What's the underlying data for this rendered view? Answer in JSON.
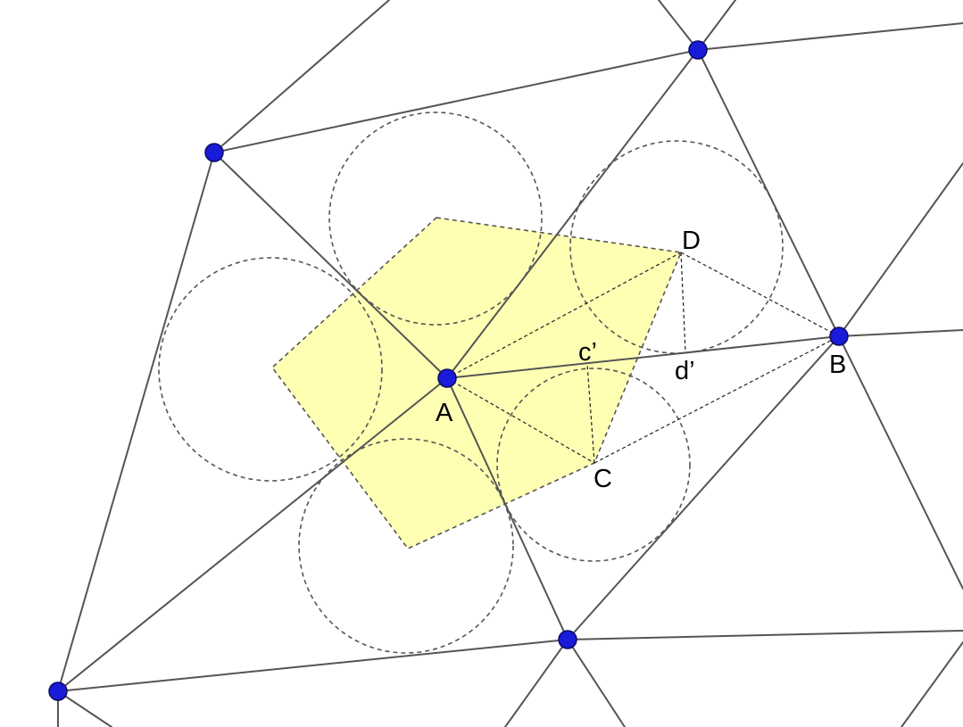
{
  "diagram": {
    "labels": {
      "A": "A",
      "B": "B",
      "C": "C",
      "D": "D",
      "c_prime": "c’",
      "d_prime": "d’"
    },
    "colors": {
      "cell_fill": "#ffff99",
      "node_fill": "#1a1ad9",
      "edge": "#555555",
      "background": "#ffffff"
    }
  }
}
